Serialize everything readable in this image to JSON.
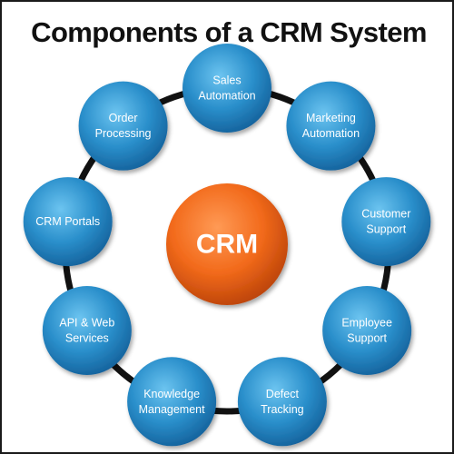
{
  "title": "Components of a CRM System",
  "center": {
    "label": "CRM",
    "color": "#f26a1b"
  },
  "node_color": "#2a8fcb",
  "ring_color": "#111111",
  "components": [
    {
      "name": "sales-automation",
      "lines": [
        "Sales",
        "Automation"
      ]
    },
    {
      "name": "marketing-automation",
      "lines": [
        "Marketing",
        "Automation"
      ]
    },
    {
      "name": "customer-support",
      "lines": [
        "Customer",
        "Support"
      ]
    },
    {
      "name": "employee-support",
      "lines": [
        "Employee",
        "Support"
      ]
    },
    {
      "name": "defect-tracking",
      "lines": [
        "Defect",
        "Tracking"
      ]
    },
    {
      "name": "knowledge-management",
      "lines": [
        "Knowledge",
        "Management"
      ]
    },
    {
      "name": "api-web-services",
      "lines": [
        "API & Web",
        "Services"
      ]
    },
    {
      "name": "crm-portals",
      "lines": [
        "CRM Portals"
      ]
    },
    {
      "name": "order-processing",
      "lines": [
        "Order",
        "Processing"
      ]
    }
  ]
}
